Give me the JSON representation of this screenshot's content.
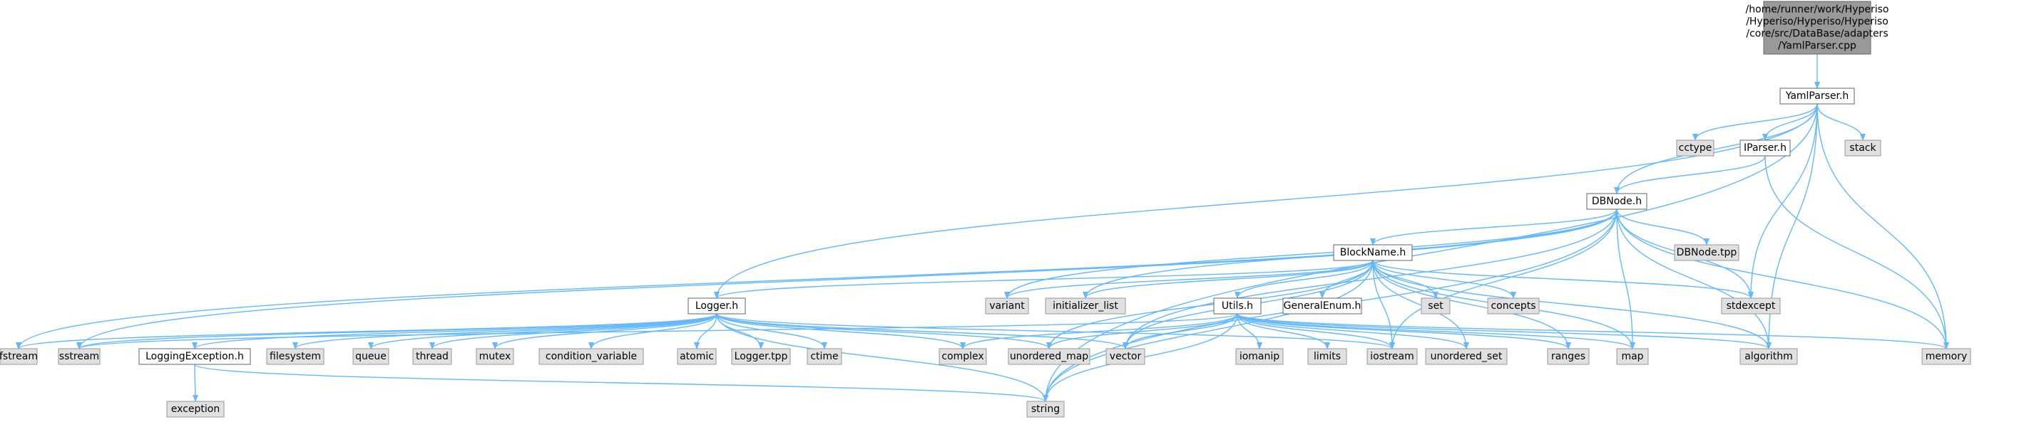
{
  "diagram": {
    "title": "",
    "root": "root",
    "colors": {
      "edge": "#63b8ff",
      "root_fill": "#999999",
      "root_border": "#666666",
      "header_fill": "#ffffff",
      "header_border": "#666666",
      "system_fill": "#e0e0e0",
      "system_border": "#999999"
    },
    "nodes": [
      {
        "id": "root",
        "kind": "root",
        "lines": [
          "/home/runner/work/Hyperiso",
          "/Hyperiso/Hyperiso/Hyperiso",
          "/core/src/DataBase/adapters",
          "/YamlParser.cpp"
        ]
      },
      {
        "id": "yamlparser_h",
        "kind": "header",
        "lines": [
          "YamlParser.h"
        ]
      },
      {
        "id": "cctype",
        "kind": "system",
        "lines": [
          "cctype"
        ]
      },
      {
        "id": "iparser_h",
        "kind": "header",
        "lines": [
          "IParser.h"
        ]
      },
      {
        "id": "stack",
        "kind": "system",
        "lines": [
          "stack"
        ]
      },
      {
        "id": "dbnode_h",
        "kind": "header",
        "lines": [
          "DBNode.h"
        ]
      },
      {
        "id": "blockname_h",
        "kind": "header",
        "lines": [
          "BlockName.h"
        ]
      },
      {
        "id": "dbnode_tpp",
        "kind": "system",
        "lines": [
          "DBNode.tpp"
        ]
      },
      {
        "id": "variant",
        "kind": "system",
        "lines": [
          "variant"
        ]
      },
      {
        "id": "initializer_list",
        "kind": "system",
        "lines": [
          "initializer_list"
        ]
      },
      {
        "id": "set",
        "kind": "system",
        "lines": [
          "set"
        ]
      },
      {
        "id": "concepts",
        "kind": "system",
        "lines": [
          "concepts"
        ]
      },
      {
        "id": "stdexcept",
        "kind": "system",
        "lines": [
          "stdexcept"
        ]
      },
      {
        "id": "logger_h",
        "kind": "header",
        "lines": [
          "Logger.h"
        ]
      },
      {
        "id": "utils_h",
        "kind": "header",
        "lines": [
          "Utils.h"
        ]
      },
      {
        "id": "generalenum_h",
        "kind": "header",
        "lines": [
          "GeneralEnum.h"
        ]
      },
      {
        "id": "fstream",
        "kind": "system",
        "lines": [
          "fstream"
        ]
      },
      {
        "id": "sstream",
        "kind": "system",
        "lines": [
          "sstream"
        ]
      },
      {
        "id": "loggingexception_h",
        "kind": "header",
        "lines": [
          "LoggingException.h"
        ]
      },
      {
        "id": "filesystem",
        "kind": "system",
        "lines": [
          "filesystem"
        ]
      },
      {
        "id": "queue",
        "kind": "system",
        "lines": [
          "queue"
        ]
      },
      {
        "id": "thread",
        "kind": "system",
        "lines": [
          "thread"
        ]
      },
      {
        "id": "mutex",
        "kind": "system",
        "lines": [
          "mutex"
        ]
      },
      {
        "id": "condition_variable",
        "kind": "system",
        "lines": [
          "condition_variable"
        ]
      },
      {
        "id": "atomic",
        "kind": "system",
        "lines": [
          "atomic"
        ]
      },
      {
        "id": "logger_tpp",
        "kind": "system",
        "lines": [
          "Logger.tpp"
        ]
      },
      {
        "id": "ctime",
        "kind": "system",
        "lines": [
          "ctime"
        ]
      },
      {
        "id": "complex",
        "kind": "system",
        "lines": [
          "complex"
        ]
      },
      {
        "id": "unordered_map",
        "kind": "system",
        "lines": [
          "unordered_map"
        ]
      },
      {
        "id": "vector",
        "kind": "system",
        "lines": [
          "vector"
        ]
      },
      {
        "id": "iomanip",
        "kind": "system",
        "lines": [
          "iomanip"
        ]
      },
      {
        "id": "limits",
        "kind": "system",
        "lines": [
          "limits"
        ]
      },
      {
        "id": "iostream",
        "kind": "system",
        "lines": [
          "iostream"
        ]
      },
      {
        "id": "unordered_set",
        "kind": "system",
        "lines": [
          "unordered_set"
        ]
      },
      {
        "id": "ranges",
        "kind": "system",
        "lines": [
          "ranges"
        ]
      },
      {
        "id": "map",
        "kind": "system",
        "lines": [
          "map"
        ]
      },
      {
        "id": "algorithm",
        "kind": "system",
        "lines": [
          "algorithm"
        ]
      },
      {
        "id": "memory",
        "kind": "system",
        "lines": [
          "memory"
        ]
      },
      {
        "id": "exception",
        "kind": "system",
        "lines": [
          "exception"
        ]
      },
      {
        "id": "string",
        "kind": "system",
        "lines": [
          "string"
        ]
      }
    ],
    "edges": [
      [
        "root",
        "yamlparser_h"
      ],
      [
        "yamlparser_h",
        "cctype"
      ],
      [
        "yamlparser_h",
        "iparser_h"
      ],
      [
        "yamlparser_h",
        "stack"
      ],
      [
        "yamlparser_h",
        "dbnode_h"
      ],
      [
        "yamlparser_h",
        "logger_h"
      ],
      [
        "yamlparser_h",
        "stdexcept"
      ],
      [
        "yamlparser_h",
        "algorithm"
      ],
      [
        "yamlparser_h",
        "memory"
      ],
      [
        "yamlparser_h",
        "string"
      ],
      [
        "iparser_h",
        "dbnode_h"
      ],
      [
        "iparser_h",
        "memory"
      ],
      [
        "dbnode_h",
        "blockname_h"
      ],
      [
        "dbnode_h",
        "dbnode_tpp"
      ],
      [
        "dbnode_h",
        "variant"
      ],
      [
        "dbnode_h",
        "initializer_list"
      ],
      [
        "dbnode_h",
        "stdexcept"
      ],
      [
        "dbnode_h",
        "fstream"
      ],
      [
        "dbnode_h",
        "sstream"
      ],
      [
        "dbnode_h",
        "string"
      ],
      [
        "dbnode_h",
        "vector"
      ],
      [
        "dbnode_h",
        "iostream"
      ],
      [
        "dbnode_h",
        "map"
      ],
      [
        "dbnode_h",
        "algorithm"
      ],
      [
        "dbnode_h",
        "memory"
      ],
      [
        "blockname_h",
        "logger_h"
      ],
      [
        "blockname_h",
        "utils_h"
      ],
      [
        "blockname_h",
        "generalenum_h"
      ],
      [
        "blockname_h",
        "set"
      ],
      [
        "blockname_h",
        "concepts"
      ],
      [
        "blockname_h",
        "stdexcept"
      ],
      [
        "blockname_h",
        "variant"
      ],
      [
        "blockname_h",
        "initializer_list"
      ],
      [
        "blockname_h",
        "vector"
      ],
      [
        "blockname_h",
        "string"
      ],
      [
        "blockname_h",
        "iostream"
      ],
      [
        "blockname_h",
        "unordered_set"
      ],
      [
        "blockname_h",
        "ranges"
      ],
      [
        "blockname_h",
        "map"
      ],
      [
        "blockname_h",
        "algorithm"
      ],
      [
        "blockname_h",
        "unordered_map"
      ],
      [
        "logger_h",
        "fstream"
      ],
      [
        "logger_h",
        "sstream"
      ],
      [
        "logger_h",
        "loggingexception_h"
      ],
      [
        "logger_h",
        "filesystem"
      ],
      [
        "logger_h",
        "queue"
      ],
      [
        "logger_h",
        "thread"
      ],
      [
        "logger_h",
        "mutex"
      ],
      [
        "logger_h",
        "condition_variable"
      ],
      [
        "logger_h",
        "atomic"
      ],
      [
        "logger_h",
        "logger_tpp"
      ],
      [
        "logger_h",
        "ctime"
      ],
      [
        "logger_h",
        "complex"
      ],
      [
        "logger_h",
        "unordered_map"
      ],
      [
        "logger_h",
        "vector"
      ],
      [
        "logger_h",
        "iostream"
      ],
      [
        "logger_h",
        "string"
      ],
      [
        "utils_h",
        "complex"
      ],
      [
        "utils_h",
        "unordered_map"
      ],
      [
        "utils_h",
        "vector"
      ],
      [
        "utils_h",
        "iomanip"
      ],
      [
        "utils_h",
        "limits"
      ],
      [
        "utils_h",
        "iostream"
      ],
      [
        "utils_h",
        "unordered_set"
      ],
      [
        "utils_h",
        "ranges"
      ],
      [
        "utils_h",
        "map"
      ],
      [
        "utils_h",
        "algorithm"
      ],
      [
        "utils_h",
        "memory"
      ],
      [
        "utils_h",
        "string"
      ],
      [
        "utils_h",
        "sstream"
      ],
      [
        "loggingexception_h",
        "exception"
      ],
      [
        "loggingexception_h",
        "string"
      ]
    ]
  }
}
